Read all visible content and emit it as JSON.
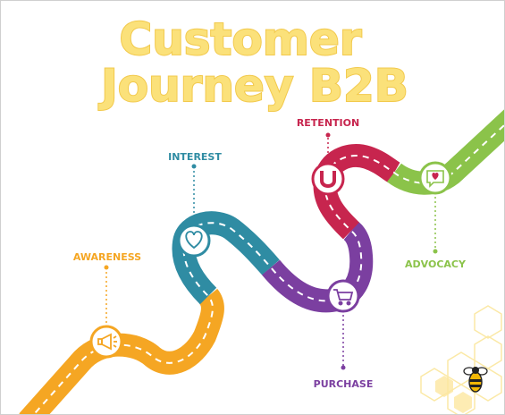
{
  "title": {
    "line1": "Customer",
    "line2": "Journey B2B"
  },
  "stages": [
    {
      "id": "awareness",
      "label": "AWARENESS",
      "icon": "megaphone-icon",
      "color": "#f5a623"
    },
    {
      "id": "interest",
      "label": "INTEREST",
      "icon": "heart-icon",
      "color": "#2f8ca3"
    },
    {
      "id": "purchase",
      "label": "PURCHASE",
      "icon": "shopping-cart-icon",
      "color": "#7b3fa0"
    },
    {
      "id": "retention",
      "label": "RETENTION",
      "icon": "magnet-icon",
      "color": "#c7254e"
    },
    {
      "id": "advocacy",
      "label": "ADVOCACY",
      "icon": "heart-speech-bubble-icon",
      "color": "#8bc34a"
    }
  ],
  "decor": {
    "honeycomb_color": "#fbe17a",
    "bee_icon": "bee-icon"
  }
}
